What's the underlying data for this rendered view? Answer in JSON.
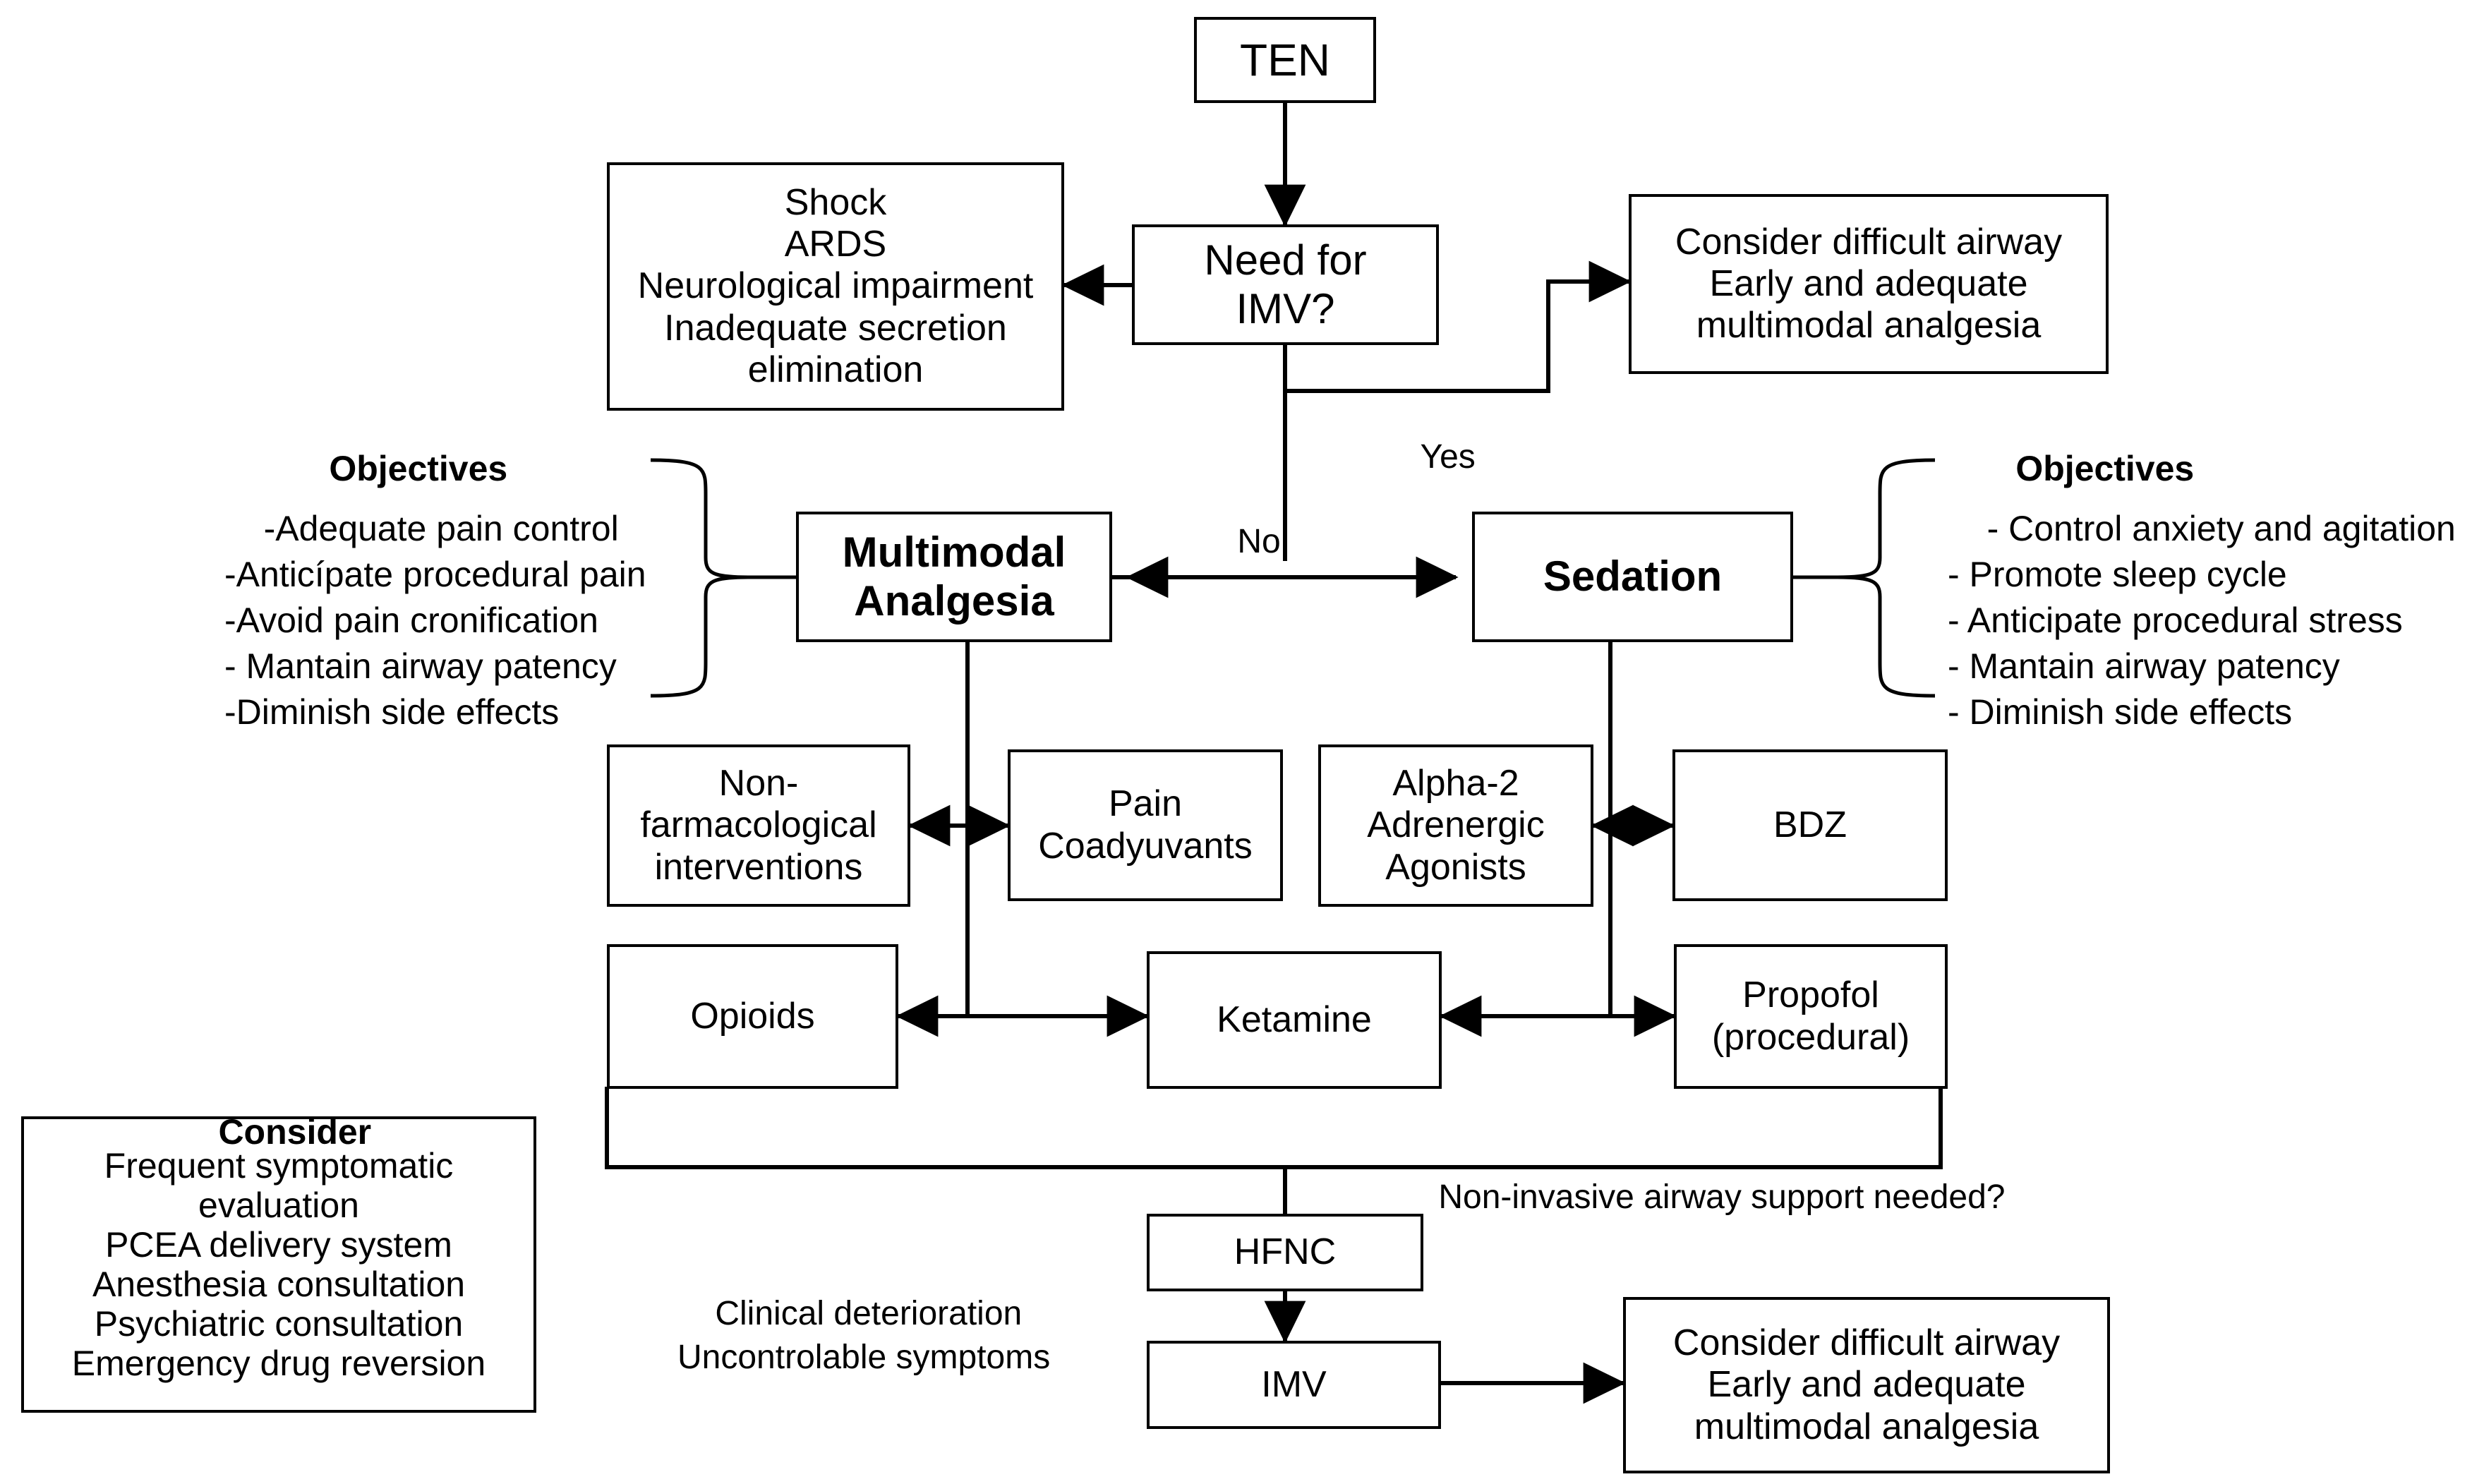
{
  "diagram": {
    "title_node": "TEN",
    "decision": "Need for\nIMV?",
    "branch_labels": {
      "yes": "Yes",
      "no": "No"
    },
    "imv_indications_box": "Shock\nARDS\nNeurological impairment\nInadequate secretion\nelimination",
    "airway_box_top": "Consider difficult airway\nEarly and adequate\nmultimodal analgesia",
    "airway_box_bottom": "Consider difficult airway\nEarly and adequate\nmultimodal analgesia",
    "analgesia_node": "Multimodal\nAnalgesia",
    "sedation_node": "Sedation",
    "objectives_left": {
      "header": "Objectives",
      "items": [
        "-Adequate pain control",
        "-Anticípate procedural pain",
        "-Avoid pain cronification",
        "- Mantain  airway  patency",
        "-Diminish side effects"
      ]
    },
    "objectives_right": {
      "header": "Objectives",
      "items": [
        "- Control anxiety and agitation",
        "- Promote sleep cycle",
        "- Anticipate procedural stress",
        "- Mantain  airway  patency",
        "- Diminish side effects"
      ]
    },
    "analgesia_options": [
      "Non-\nfarmacological\ninterventions",
      "Pain\nCoadyuvants",
      "Opioids"
    ],
    "sedation_options": [
      "Alpha-2\nAdrenergic\nAgonists",
      "BDZ",
      "Propofol\n(procedural)"
    ],
    "shared_option": "Ketamine",
    "consider_box": {
      "header": "Consider",
      "items": [
        "Frequent symptomatic",
        "evaluation",
        "PCEA delivery system",
        "Anesthesia consultation",
        "Psychiatric consultation",
        "Emergency drug reversion"
      ]
    },
    "escalation_question": "Non-invasive airway support needed?",
    "escalation_trigger": "Clinical deterioration\nUncontrolable symptoms",
    "hfnc_node": "HFNC",
    "imv_node": "IMV",
    "colors": {
      "stroke": "#000000",
      "background": "#ffffff"
    }
  }
}
